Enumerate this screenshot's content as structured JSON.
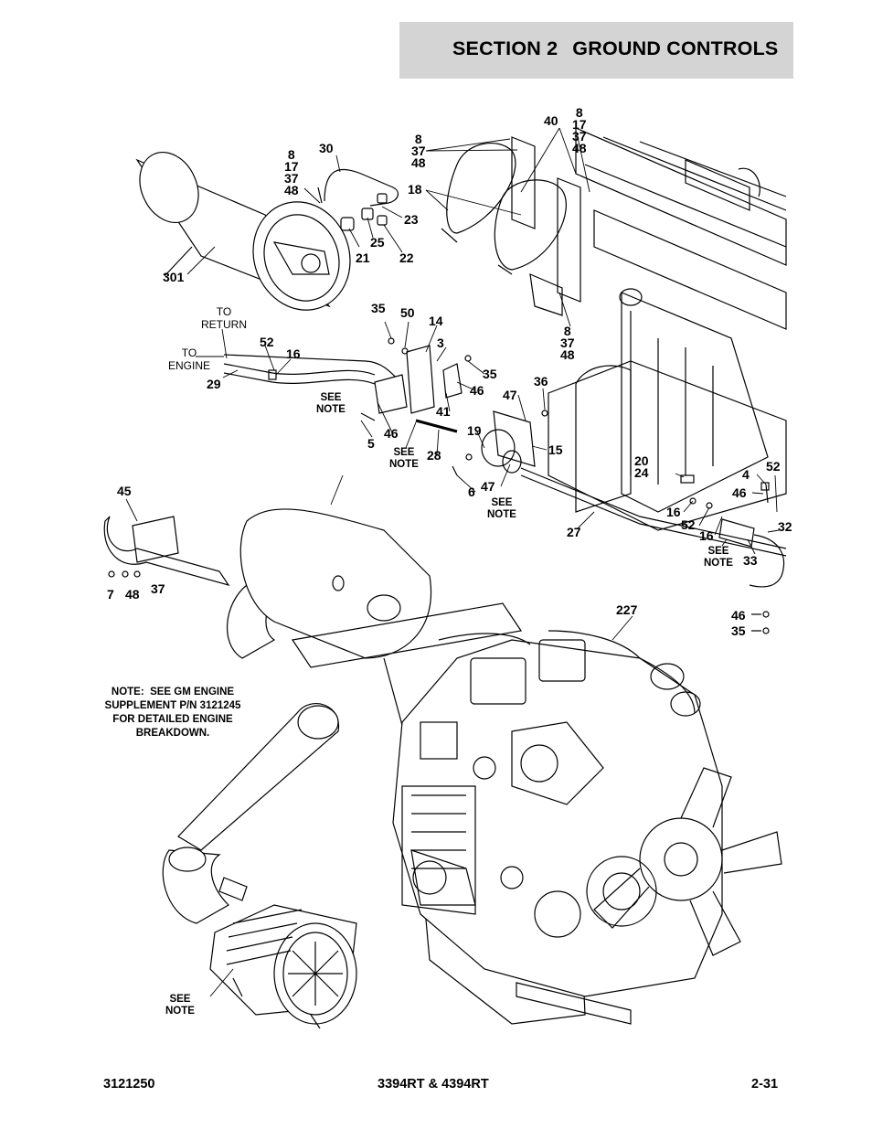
{
  "header": {
    "section_number": "SECTION 2",
    "section_title": "GROUND CONTROLS"
  },
  "callouts": {
    "c_8_37_48_top": "8\n37\n48",
    "c_8_17_37_48_top": "8\n17\n37\n48",
    "c_40": "40",
    "c_8_17_37_48_left": "8\n17\n37\n48",
    "c_30": "30",
    "c_18": "18",
    "c_23": "23",
    "c_25": "25",
    "c_21": "21",
    "c_22": "22",
    "c_301": "301",
    "c_8_37_48_mid": "8\n37\n48",
    "c_35a": "35",
    "c_50": "50",
    "c_14": "14",
    "c_3": "3",
    "c_35b": "35",
    "c_36": "36",
    "c_52a": "52",
    "c_16a": "16",
    "c_29": "29",
    "c_46a": "46",
    "c_47a": "47",
    "c_41": "41",
    "c_46b": "46",
    "c_19": "19",
    "c_15": "15",
    "c_5": "5",
    "c_28": "28",
    "c_20_24": "20\n24",
    "c_4": "4",
    "c_52b": "52",
    "c_6": "6",
    "c_47b": "47",
    "c_46c": "46",
    "c_45": "45",
    "c_16b": "16",
    "c_52c": "52",
    "c_16c": "16",
    "c_32": "32",
    "c_27": "27",
    "c_33": "33",
    "c_7": "7",
    "c_48": "48",
    "c_37": "37",
    "c_227": "227",
    "c_46d": "46",
    "c_35c": "35"
  },
  "see_notes": {
    "sn1": "SEE\nNOTE",
    "sn2": "SEE\nNOTE",
    "sn3": "SEE\nNOTE",
    "sn4": "SEE\nNOTE",
    "sn5": "SEE\nNOTE"
  },
  "leader_text": {
    "to_return": "TO\nRETURN",
    "to_engine": "TO\nENGINE"
  },
  "note": "NOTE:  SEE GM ENGINE\nSUPPLEMENT P/N 3121245\nFOR DETAILED ENGINE\nBREAKDOWN.",
  "footer": {
    "left": "3121250",
    "center": "3394RT & 4394RT",
    "right": "2-31"
  }
}
